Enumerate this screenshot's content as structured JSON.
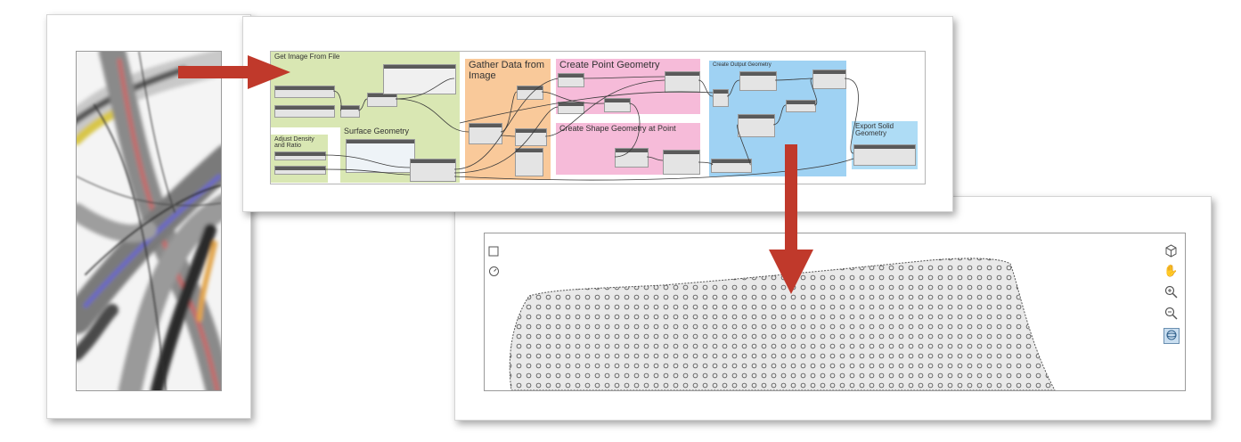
{
  "graph": {
    "groups": {
      "get_image": "Get Image From File",
      "adjust": "Adjust Density and Ratio",
      "surface": "Surface Geometry",
      "gather": "Gather Data from Image",
      "create_point": "Create Point Geometry",
      "create_shape": "Create Shape Geometry at Point",
      "create_output": "Create Output Geometry",
      "export": "Export Solid Geometry"
    },
    "colors": {
      "green": "#d9e7b3",
      "orange": "#f9c99a",
      "pink": "#f6bbd9",
      "blue": "#9fd2f3",
      "export_blue": "#aedcf5",
      "arrow": "#c0392b"
    }
  },
  "viewport": {
    "icons_left": [
      "square-icon",
      "compass-icon"
    ],
    "icons_right": [
      "cube-view-icon",
      "pan-hand-icon",
      "zoom-in-icon",
      "zoom-fit-icon",
      "orbit-icon"
    ]
  }
}
